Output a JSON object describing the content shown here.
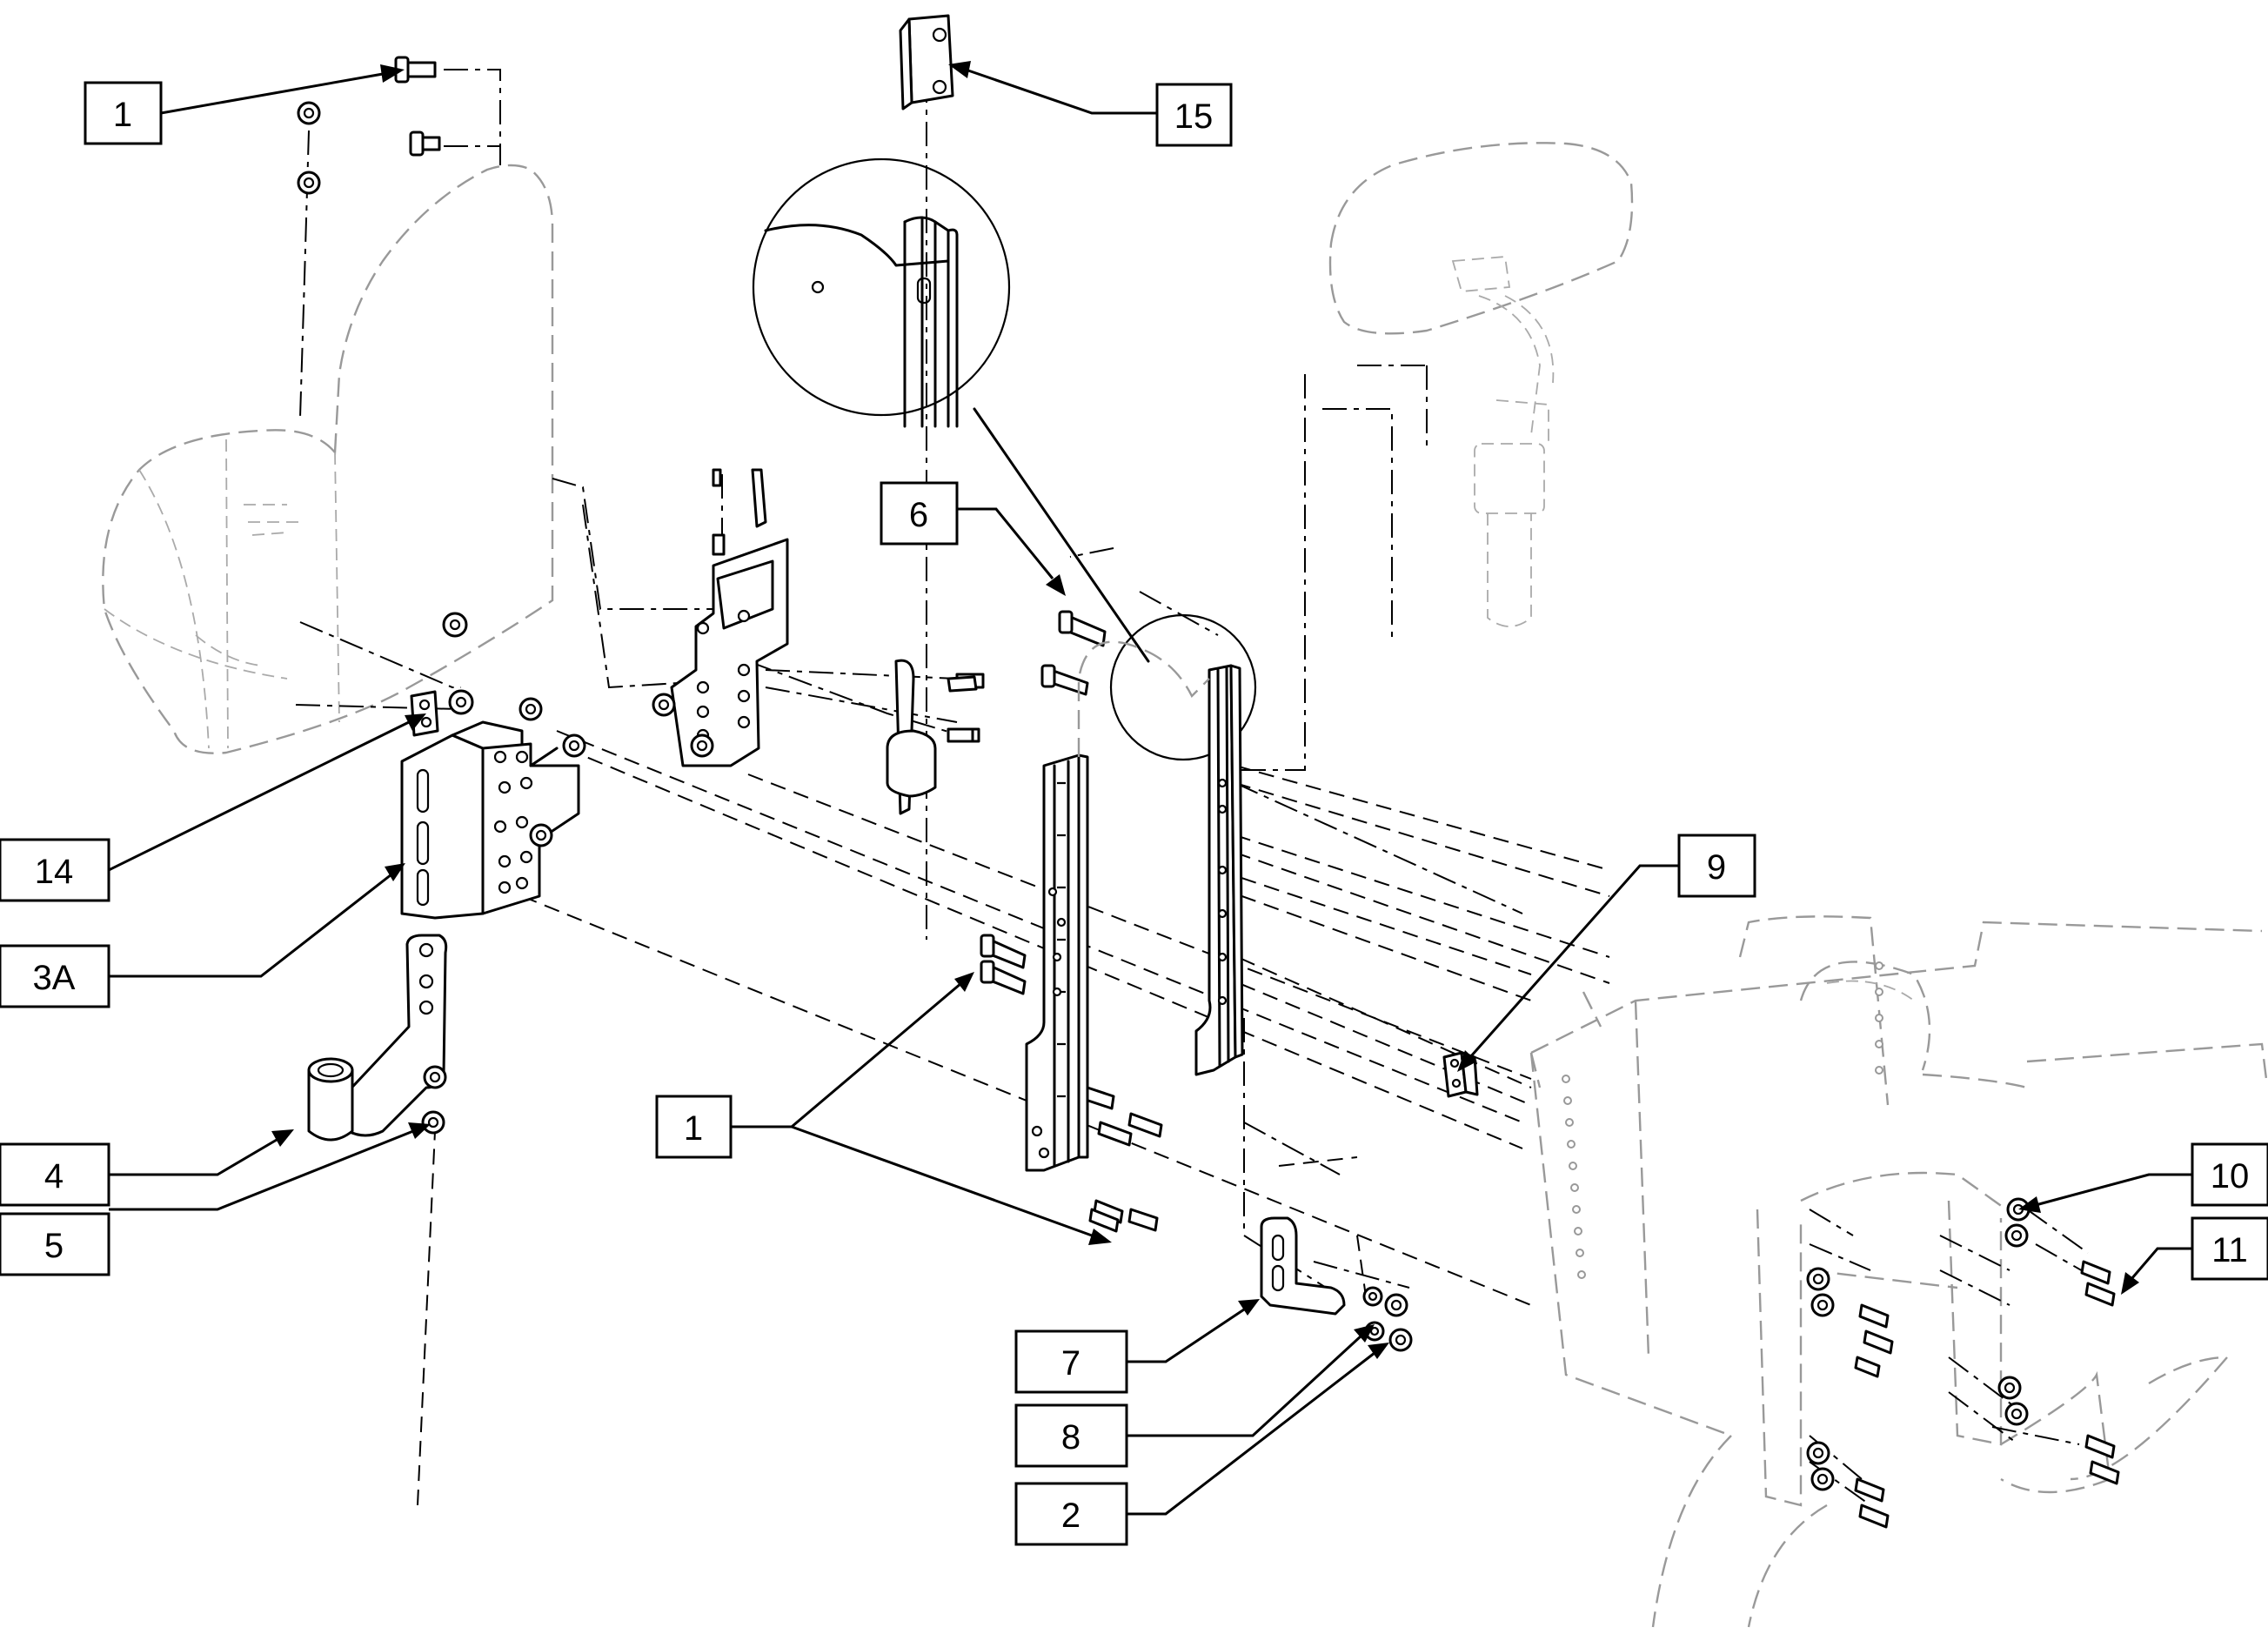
{
  "callouts": {
    "c1a": "1",
    "c15": "15",
    "c6": "6",
    "c14": "14",
    "c3a": "3A",
    "c4": "4",
    "c5": "5",
    "c1b": "1",
    "c9": "9",
    "c10": "10",
    "c11": "11",
    "c7": "7",
    "c8": "8",
    "c2": "2"
  }
}
